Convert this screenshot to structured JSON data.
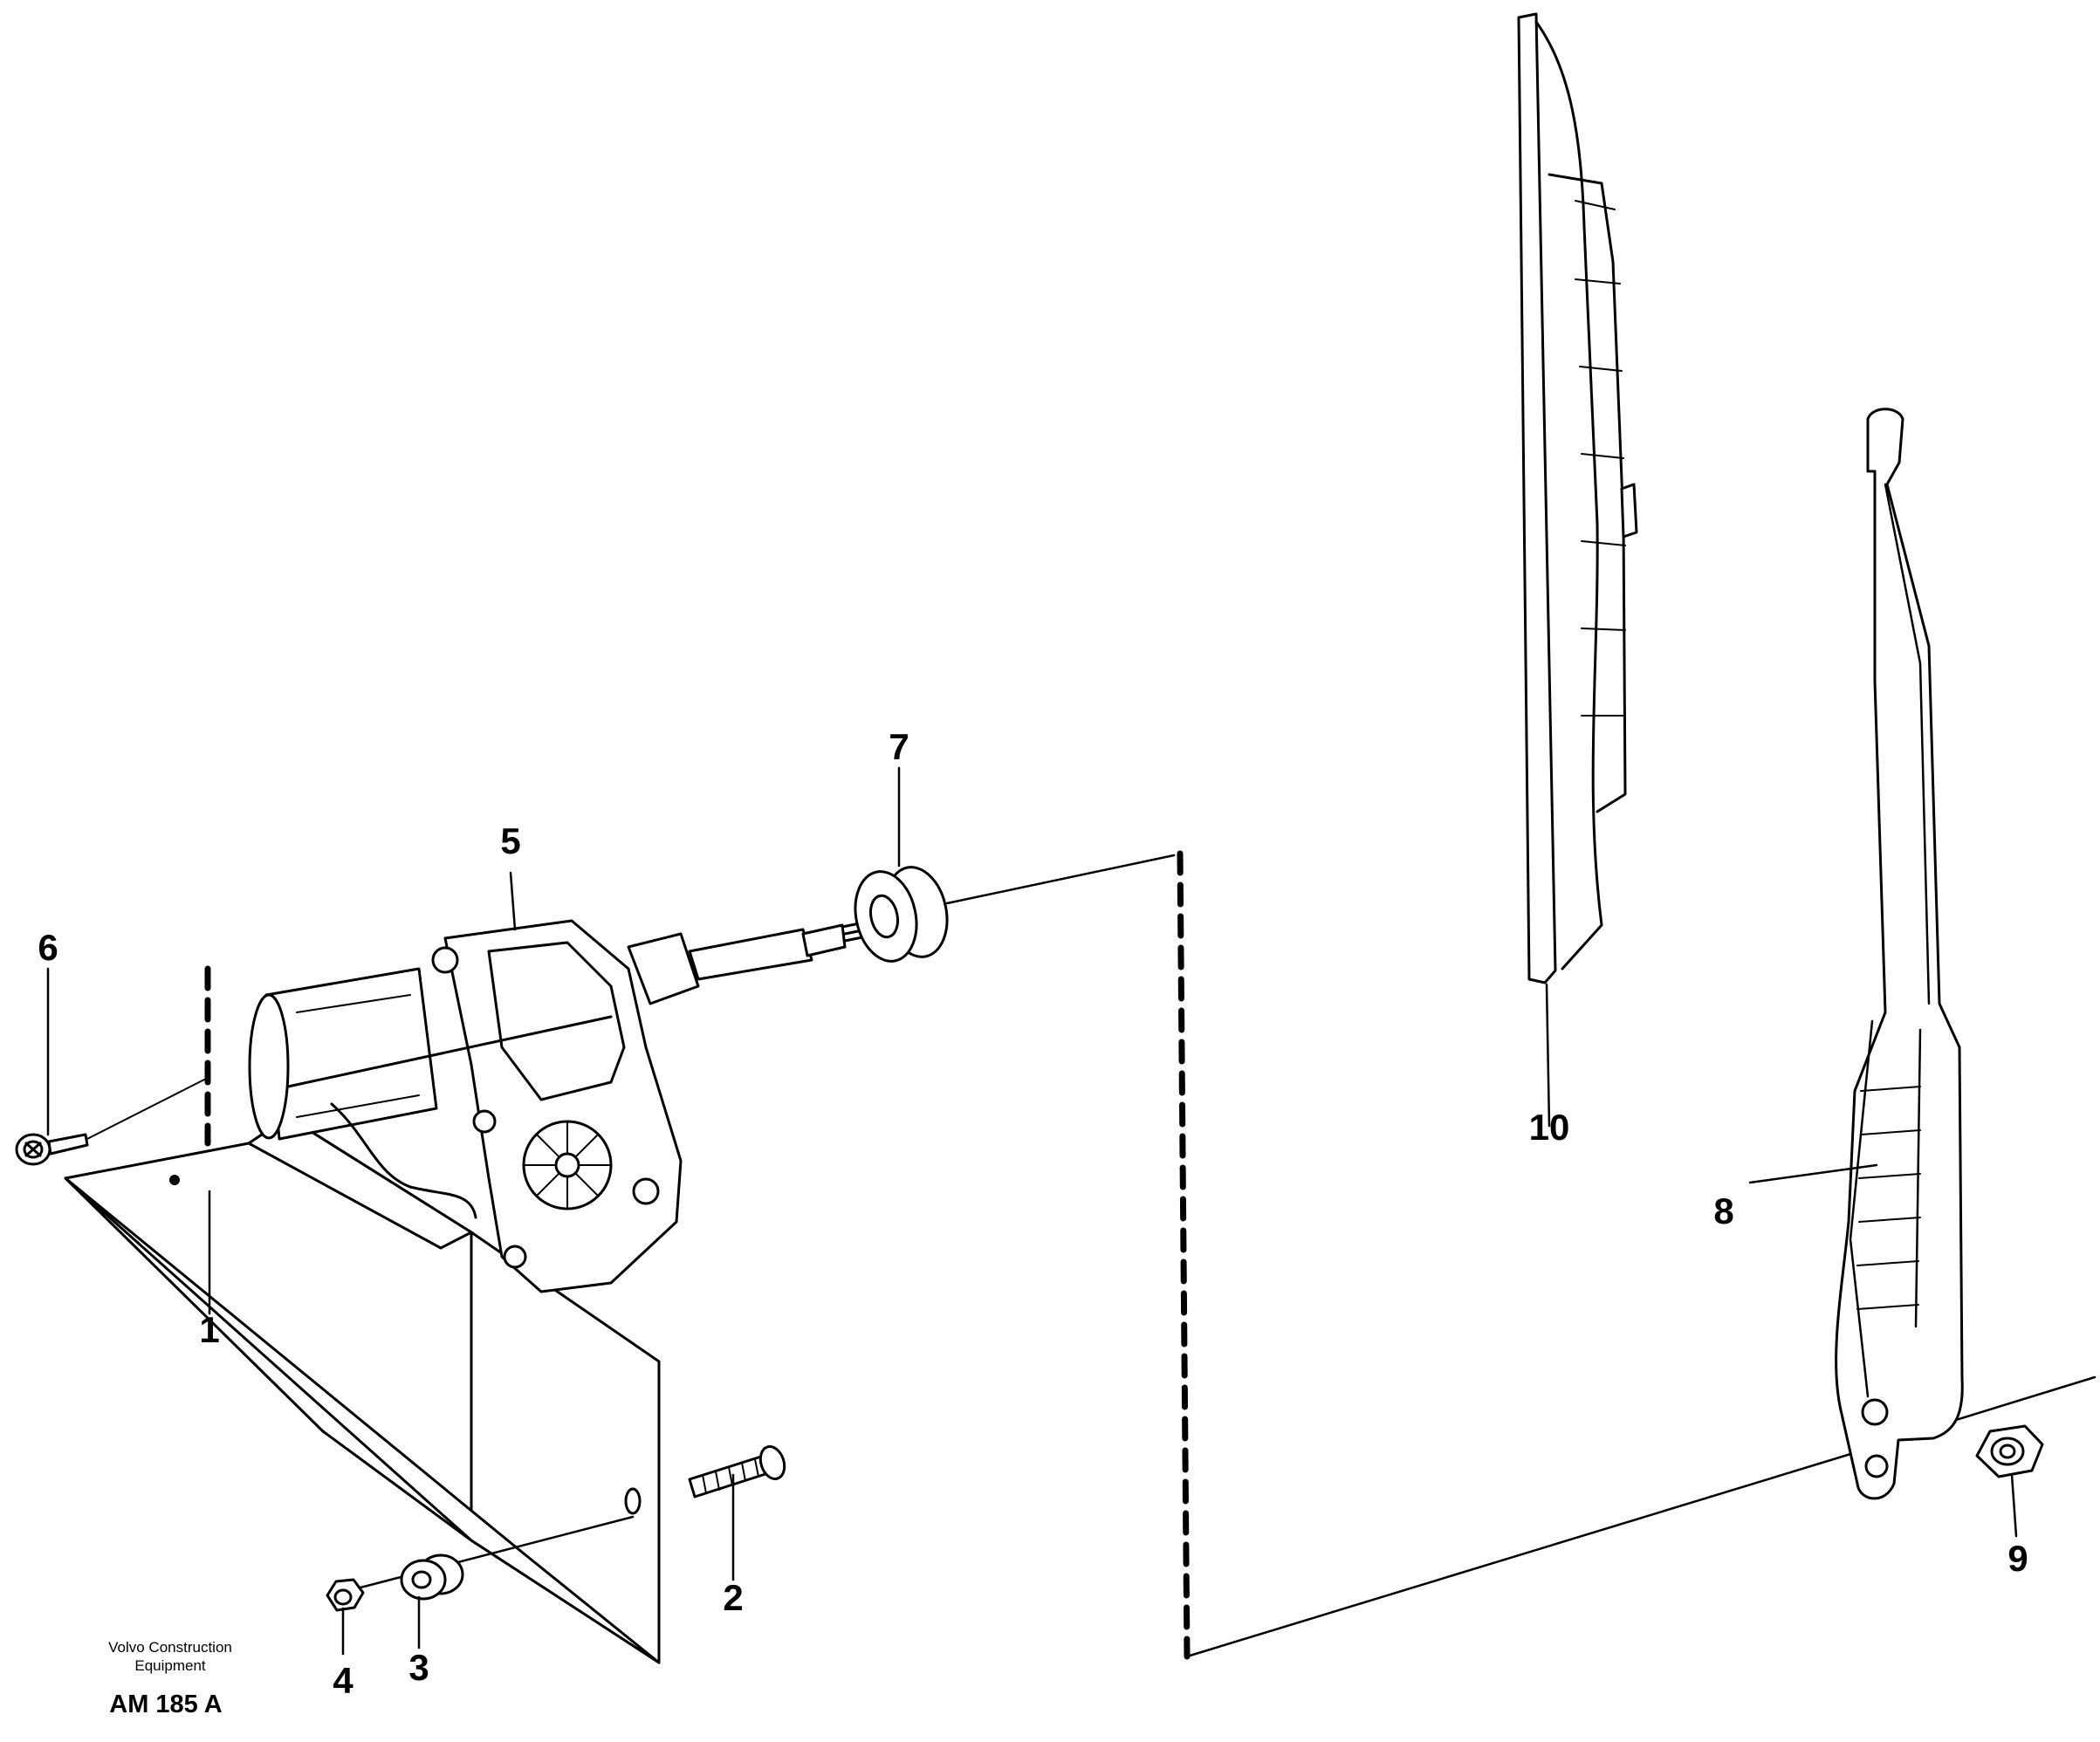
{
  "diagram": {
    "callouts": [
      {
        "id": "1",
        "label": "1"
      },
      {
        "id": "2",
        "label": "2"
      },
      {
        "id": "3",
        "label": "3"
      },
      {
        "id": "4",
        "label": "4"
      },
      {
        "id": "5",
        "label": "5"
      },
      {
        "id": "6",
        "label": "6"
      },
      {
        "id": "7",
        "label": "7"
      },
      {
        "id": "8",
        "label": "8"
      },
      {
        "id": "9",
        "label": "9"
      },
      {
        "id": "10",
        "label": "10"
      }
    ],
    "credit": {
      "line1": "Volvo Construction",
      "line2": "Equipment",
      "code": "AM 185 A"
    }
  }
}
